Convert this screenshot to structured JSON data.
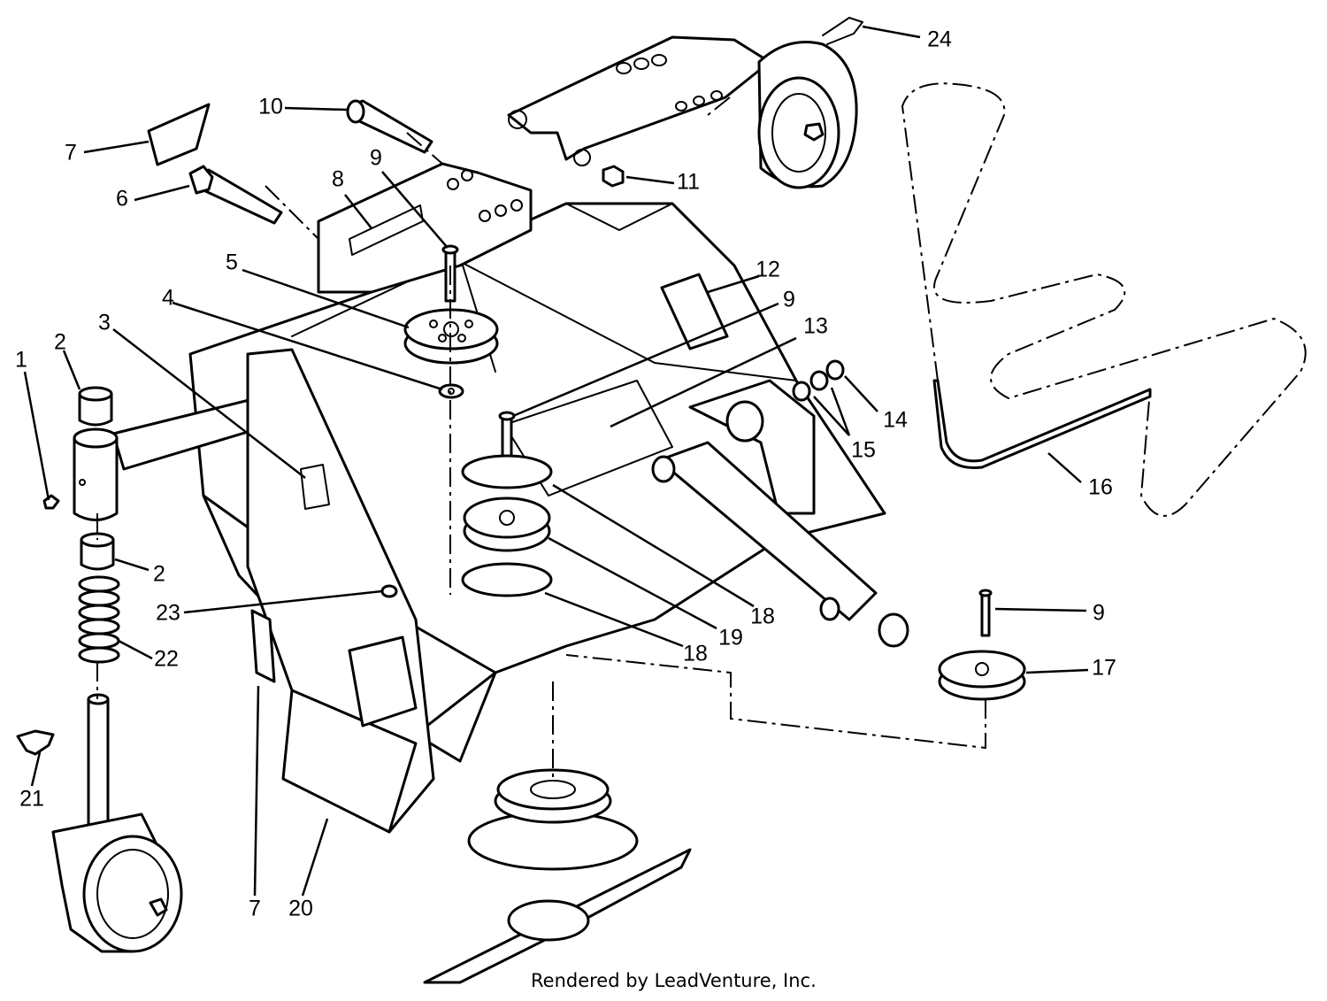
{
  "diagram": {
    "callouts": {
      "c1": "1",
      "c2a": "2",
      "c2b": "2",
      "c3": "3",
      "c4": "4",
      "c5": "5",
      "c6": "6",
      "c7a": "7",
      "c7b": "7",
      "c8": "8",
      "c9a": "9",
      "c9b": "9",
      "c9c": "9",
      "c10": "10",
      "c11": "11",
      "c12": "12",
      "c13": "13",
      "c14": "14",
      "c15": "15",
      "c16": "16",
      "c17": "17",
      "c18a": "18",
      "c18b": "18",
      "c19": "19",
      "c20": "20",
      "c21": "21",
      "c22": "22",
      "c23": "23",
      "c24": "24"
    },
    "credit": "Rendered by LeadVenture, Inc."
  }
}
